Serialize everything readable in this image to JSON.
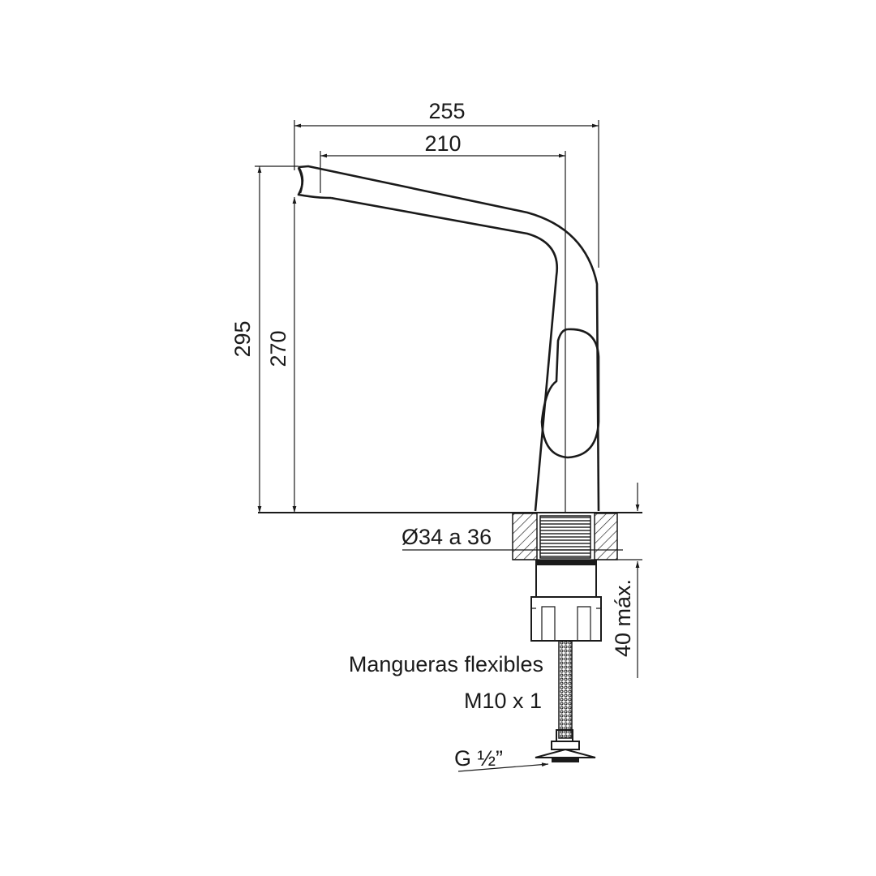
{
  "drawing": {
    "dimensions": {
      "overall_reach": "255",
      "spout_reach": "210",
      "overall_height": "295",
      "spout_height": "270",
      "hole_diameter": "Ø34 a 36",
      "max_counter_thickness": "40 máx."
    },
    "labels": {
      "hoses": "Mangueras flexibles",
      "hose_thread": "M10 x 1",
      "connection": "G ½”"
    }
  }
}
